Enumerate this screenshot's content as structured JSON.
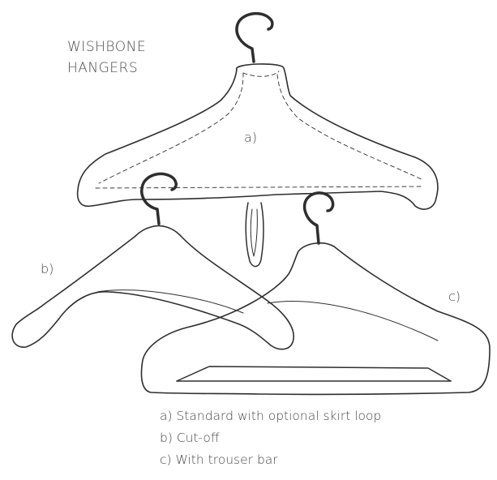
{
  "title": {
    "line1": "WISHBONE",
    "line2": "HANGERS"
  },
  "labels": {
    "a": "a)",
    "b": "b)",
    "c": "c)"
  },
  "legend": {
    "a": "a) Standard with optional skirt loop",
    "b": "b) Cut-off",
    "c": "c) With trouser bar"
  }
}
